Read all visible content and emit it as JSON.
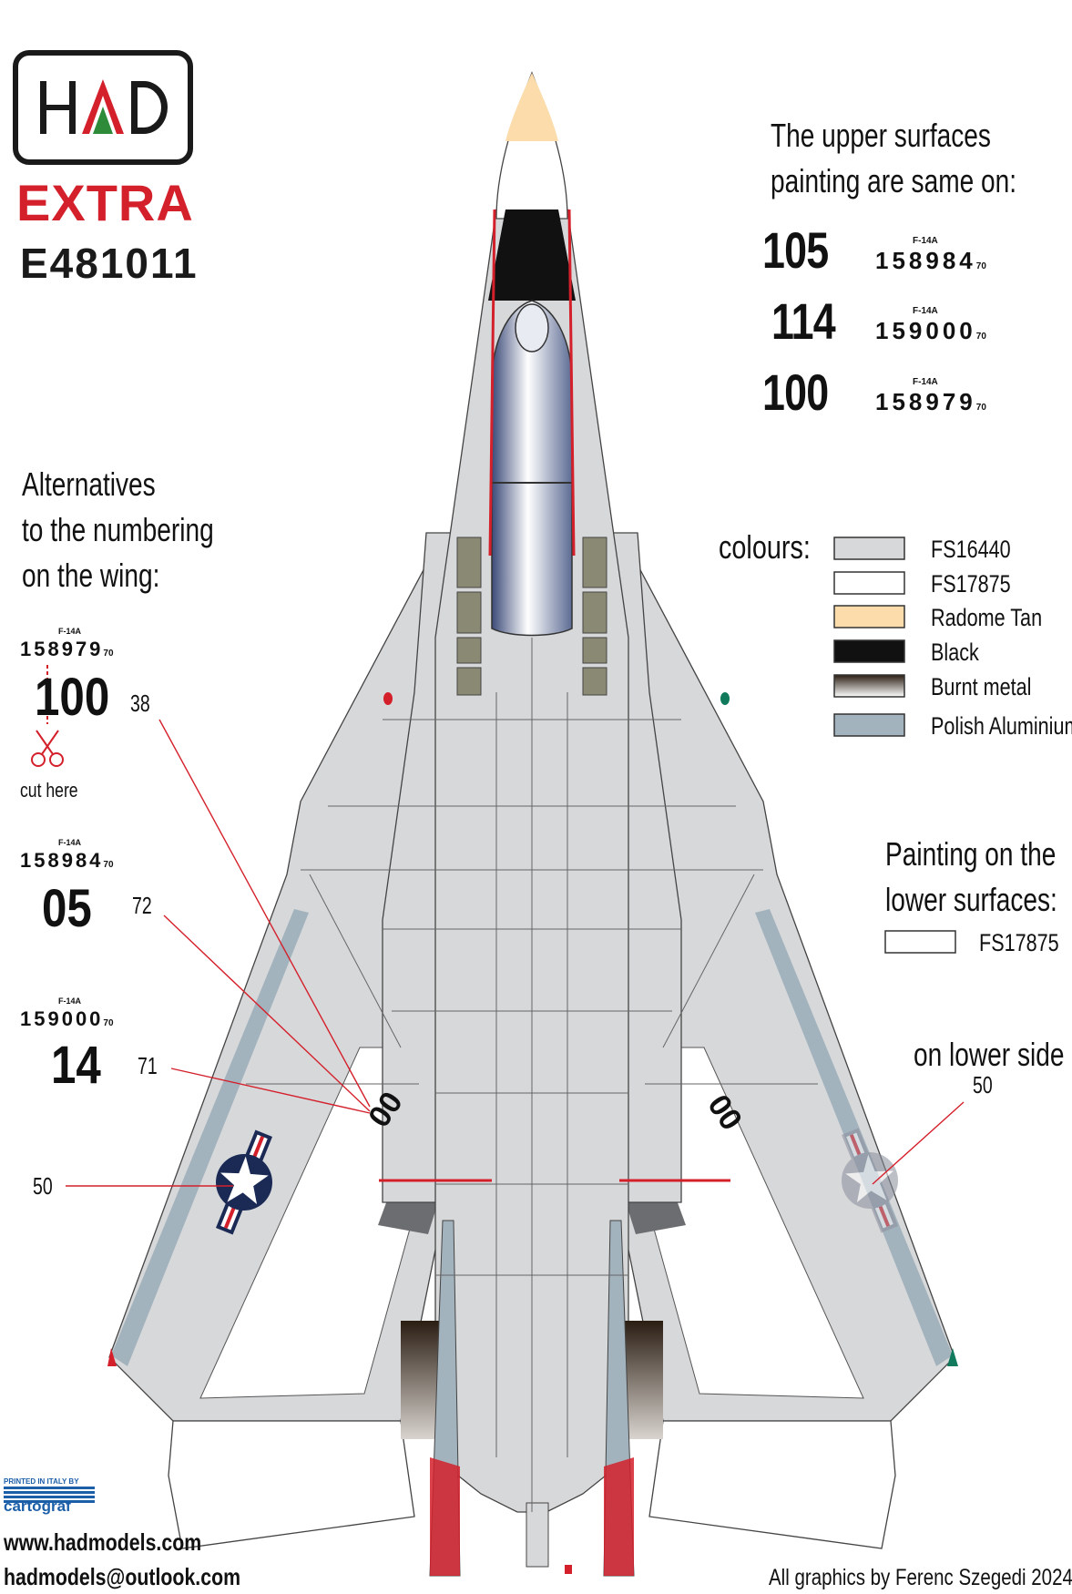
{
  "logo": {
    "text": "HAD",
    "extra": "EXTRA",
    "code": "E481011"
  },
  "upper": {
    "title_line1": "The upper surfaces",
    "title_line2": "painting are same on:",
    "rows": [
      {
        "number": "105",
        "type": "F-14A",
        "serial": "158984",
        "suffix": "70"
      },
      {
        "number": "114",
        "type": "F-14A",
        "serial": "159000",
        "suffix": "70"
      },
      {
        "number": "100",
        "type": "F-14A",
        "serial": "158979",
        "suffix": "70"
      }
    ]
  },
  "colours": {
    "label": "colours:",
    "items": [
      {
        "name": "FS16440",
        "color": "#d7d8da"
      },
      {
        "name": "FS17875",
        "color": "#ffffff"
      },
      {
        "name": "Radome Tan",
        "color": "#fbdcaa"
      },
      {
        "name": "Black",
        "color": "#111111"
      },
      {
        "name": "Burnt metal",
        "color": "#5a4a3c"
      },
      {
        "name": "Polish Aluminium",
        "color": "#a3b3bd"
      }
    ]
  },
  "lower": {
    "title_line1": "Painting on the",
    "title_line2": "lower surfaces:",
    "swatch_name": "FS17875",
    "on_lower_side": "on lower side",
    "ref_50": "50"
  },
  "alternatives": {
    "title_line1": "Alternatives",
    "title_line2": "to the numbering",
    "title_line3": "on the wing:",
    "items": [
      {
        "type": "F-14A",
        "serial": "158979",
        "suffix": "70",
        "number": "100",
        "ref": "38"
      },
      {
        "type": "F-14A",
        "serial": "158984",
        "suffix": "70",
        "number": "05",
        "ref": "72"
      },
      {
        "type": "F-14A",
        "serial": "159000",
        "suffix": "70",
        "number": "14",
        "ref": "71"
      }
    ],
    "cut_here": "cut here",
    "ref_50": "50"
  },
  "aircraft": {
    "wing_code": "00"
  },
  "footer": {
    "printed": "PRINTED IN ITALY BY",
    "printer": "cartograf",
    "website": "www.hadmodels.com",
    "email": "hadmodels@outlook.com",
    "credit": "All graphics by Ferenc Szegedi 2024"
  }
}
